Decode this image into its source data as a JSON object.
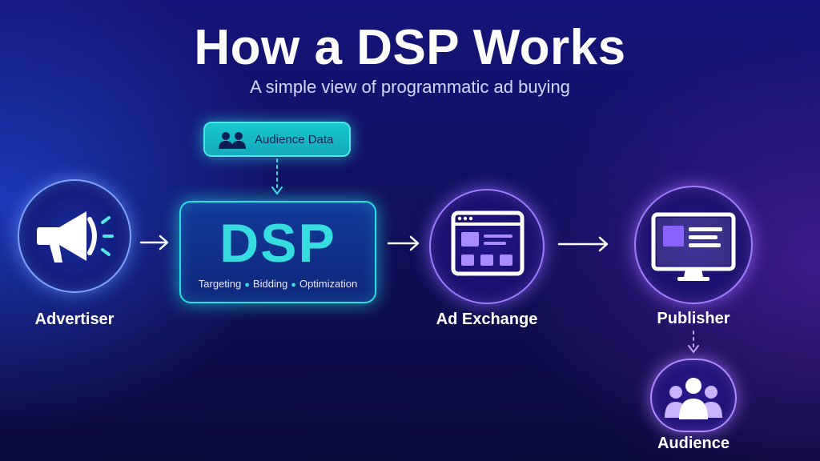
{
  "title": "How a DSP Works",
  "subtitle": "A simple view of programmatic ad buying",
  "nodes": {
    "advertiser": {
      "label": "Advertiser",
      "icon": "megaphone-icon"
    },
    "dsp": {
      "label": "DSP",
      "features": [
        "Targeting",
        "Bidding",
        "Optimization"
      ]
    },
    "audience_data": {
      "label": "Audience Data",
      "icon": "users-icon"
    },
    "ad_exchange": {
      "label": "Ad Exchange",
      "icon": "browser-window-icon"
    },
    "publisher": {
      "label": "Publisher",
      "icon": "monitor-icon"
    },
    "audience": {
      "label": "Audience",
      "icon": "group-icon"
    }
  },
  "colors": {
    "accent_cyan": "#36dde0",
    "accent_blue": "#7fa2ff",
    "accent_purple": "#a07cff",
    "background": "#12136e"
  }
}
